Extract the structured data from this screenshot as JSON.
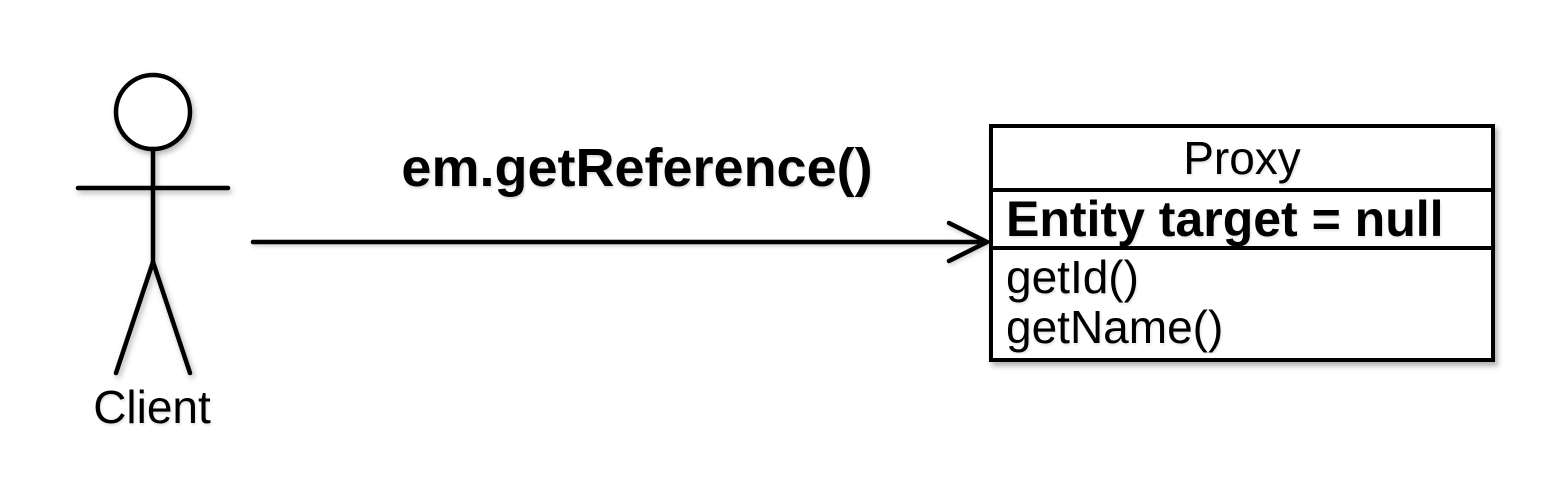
{
  "diagram": {
    "type": "uml-proxy-pattern",
    "colors": {
      "background": "#ffffff",
      "stroke": "#000000",
      "text": "#000000"
    },
    "actor": {
      "label": "Client"
    },
    "message": {
      "label": "em.getReference()",
      "direction": "left-to-right"
    },
    "proxy_class": {
      "title": "Proxy",
      "attributes": [
        "Entity target = null"
      ],
      "methods": [
        "getId()",
        "getName()"
      ]
    }
  }
}
